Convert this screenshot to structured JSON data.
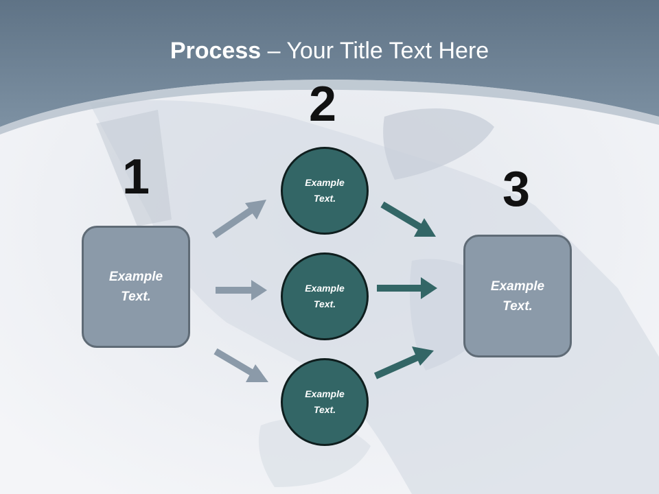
{
  "title": {
    "bold": "Process",
    "rest": " – Your Title Text Here"
  },
  "steps": [
    {
      "number": "1",
      "label_line1": "Example",
      "label_line2": "Text."
    },
    {
      "number": "2"
    },
    {
      "number": "3",
      "label_line1": "Example",
      "label_line2": "Text."
    }
  ],
  "circles": [
    {
      "line1": "Example",
      "line2": "Text."
    },
    {
      "line1": "Example",
      "line2": "Text."
    },
    {
      "line1": "Example",
      "line2": "Text."
    }
  ],
  "colors": {
    "header": "#6f8496",
    "box_fill": "#8b9aa9",
    "box_border": "#5f6b76",
    "circle_fill": "#336666",
    "circle_border": "#0f1e1e",
    "arrow_left": "#8b9aa9",
    "arrow_right": "#336666"
  }
}
